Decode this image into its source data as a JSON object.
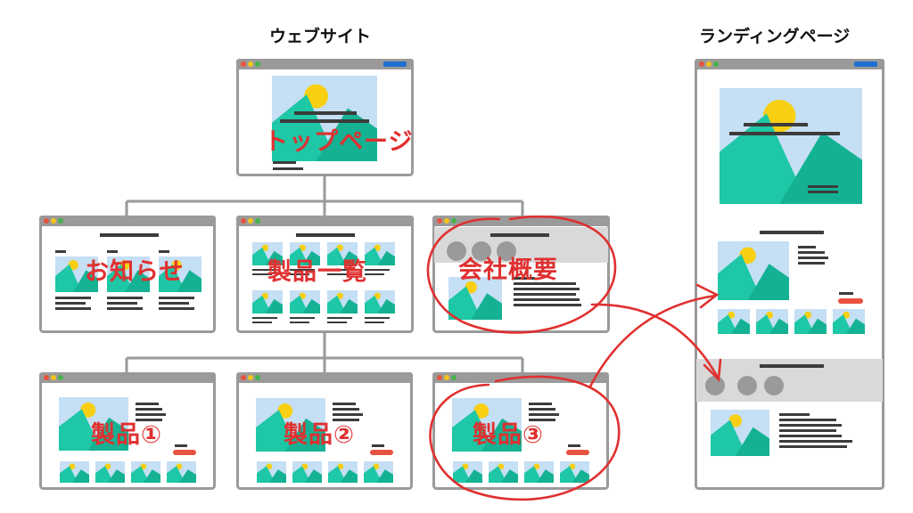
{
  "headings": {
    "website": "ウェブサイト",
    "landing": "ランディングページ"
  },
  "pages": {
    "top": "トップページ",
    "news": "お知らせ",
    "products": "製品一覧",
    "company": "会社概要",
    "product1": "製品①",
    "product2": "製品②",
    "product3": "製品③"
  },
  "colors": {
    "frame": "#9a9a9a",
    "dot_red": "#e8533f",
    "dot_yellow": "#f5c518",
    "dot_green": "#46b34a",
    "window_button": "#1f6fd1",
    "sky": "#c5dff4",
    "sun": "#f8cf12",
    "mountain": "#1ec7a5",
    "mountain_dark": "#14b293",
    "text_line": "#3c3c3c",
    "band": "#d9d9d9",
    "circle": "#9a9a9a",
    "cta": "#e8533f",
    "annotation": "#e03030"
  }
}
